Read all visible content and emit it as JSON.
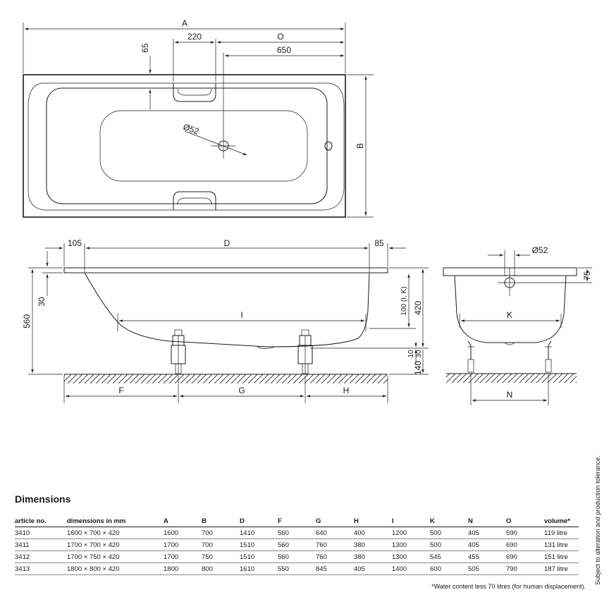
{
  "drawing": {
    "top_view": {
      "labels": {
        "A": "A",
        "B": "B",
        "O": "O",
        "w220": "220",
        "w650": "650",
        "h65": "65",
        "drain": "Ø52"
      }
    },
    "side_view": {
      "labels": {
        "d105": "105",
        "D": "D",
        "d85": "85",
        "h560": "560",
        "h30": "30",
        "I": "I",
        "h100": "100 (I, K)",
        "h420": "420",
        "h10_30": "10",
        "h10_30b": "30",
        "h140": "140",
        "F": "F",
        "G": "G",
        "H": "H"
      }
    },
    "end_view": {
      "labels": {
        "drain": "Ø52",
        "h75": "75",
        "K": "K",
        "N": "N"
      }
    }
  },
  "table": {
    "heading": "Dimensions",
    "columns": [
      "article no.",
      "dimensions in mm",
      "A",
      "B",
      "D",
      "F",
      "G",
      "H",
      "I",
      "K",
      "N",
      "O",
      "volume*"
    ],
    "rows": [
      [
        "3410",
        "1600 × 700 × 420",
        "1600",
        "700",
        "1410",
        "560",
        "640",
        "400",
        "1200",
        "500",
        "405",
        "590",
        "119 litre"
      ],
      [
        "3411",
        "1700 × 700 × 420",
        "1700",
        "700",
        "1510",
        "560",
        "760",
        "380",
        "1300",
        "500",
        "405",
        "690",
        "131 litre"
      ],
      [
        "3412",
        "1700 × 750 × 420",
        "1700",
        "750",
        "1510",
        "560",
        "760",
        "380",
        "1300",
        "545",
        "455",
        "690",
        "151 litre"
      ],
      [
        "3413",
        "1800 × 800 × 420",
        "1800",
        "800",
        "1610",
        "550",
        "845",
        "405",
        "1400",
        "600",
        "505",
        "790",
        "187 litre"
      ]
    ],
    "footnote": "*Water content less 70 litres (for human displacement).",
    "side_note": "Subject to alteration and production tolerance."
  }
}
